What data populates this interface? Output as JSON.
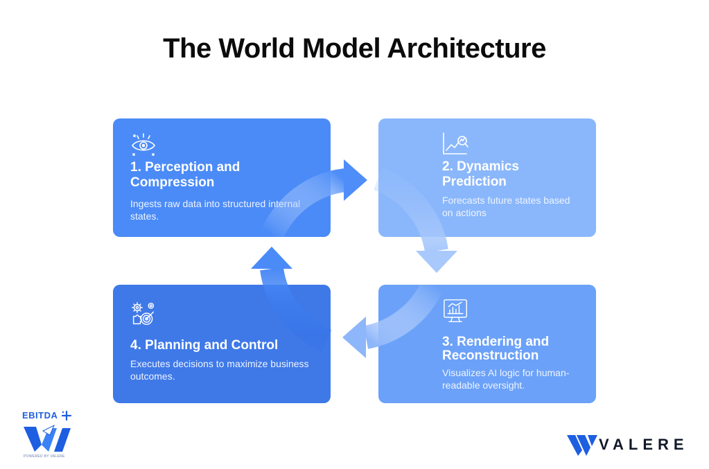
{
  "title": "The World Model Architecture",
  "colors": {
    "card1": "#4b8bf7",
    "card2": "#8ab7fb",
    "card3": "#6ba1f8",
    "card4": "#3f79e8",
    "arrow": "#5b95f9",
    "logo_blue": "#1e5ee0"
  },
  "cards": [
    {
      "icon": "eye-icon",
      "heading": "1. Perception and Compression",
      "description": "Ingests raw data into structured internal states."
    },
    {
      "icon": "chart-magnifier-icon",
      "heading": "2. Dynamics Prediction",
      "description": "Forecasts future states based on actions"
    },
    {
      "icon": "monitor-chart-icon",
      "heading": "3. Rendering and Reconstruction",
      "description": "Visualizes AI logic for human-readable oversight."
    },
    {
      "icon": "gears-target-icon",
      "heading": "4. Planning and Control",
      "description": "Executes decisions to maximize business outcomes."
    }
  ],
  "logos": {
    "ebitda_text": "EBITDA",
    "ebitda_tagline": "POWERED BY VALERE",
    "valere_text": "VALERE"
  }
}
